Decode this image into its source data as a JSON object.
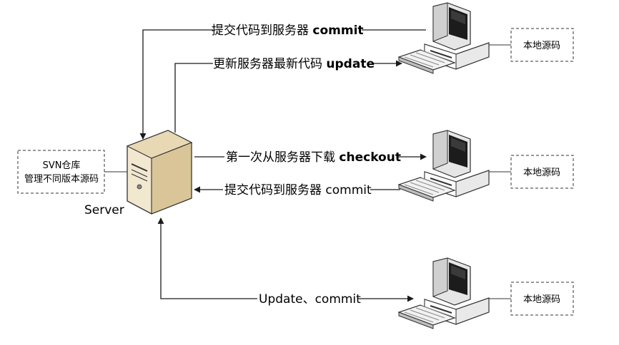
{
  "server": {
    "label": "Server",
    "repo_line1": "SVN仓库",
    "repo_line2": "管理不同版本源码"
  },
  "arrows": {
    "commit1_text": "提交代码到服务器 ",
    "commit1_cmd": "commit",
    "update1_text": "更新服务器最新代码 ",
    "update1_cmd": "update",
    "checkout_text": "第一次从服务器下载 ",
    "checkout_cmd": "checkout",
    "commit2_text": "提交代码到服务器 commit",
    "update_commit_text": "Update、commit"
  },
  "clients": {
    "source1": "本地源码",
    "source2": "本地源码",
    "source3": "本地源码"
  },
  "colors": {
    "line": "#1a1a1a",
    "server_body": "#f2e7cf",
    "monitor_body": "#ececec",
    "screen": "#1c1c1c"
  }
}
